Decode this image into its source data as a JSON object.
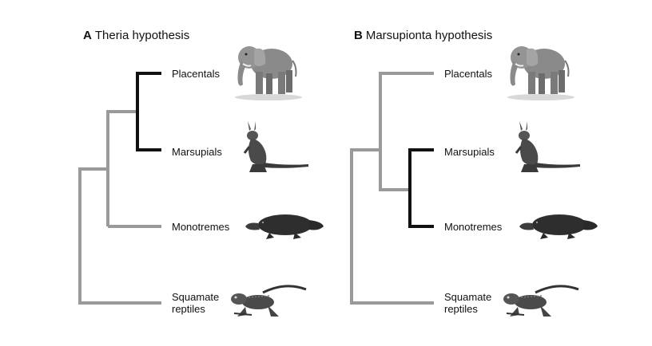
{
  "panels": [
    {
      "letter": "A",
      "title": "Theria hypothesis",
      "leaves": [
        "Placentals",
        "Marsupials",
        "Monotremes",
        "Squamate reptiles"
      ],
      "highlighted_clade": [
        "Placentals",
        "Marsupials"
      ]
    },
    {
      "letter": "B",
      "title": "Marsupionta hypothesis",
      "leaves": [
        "Placentals",
        "Marsupials",
        "Monotremes",
        "Squamate reptiles"
      ],
      "highlighted_clade": [
        "Marsupials",
        "Monotremes"
      ]
    }
  ],
  "leaf_labels": {
    "placentals": "Placentals",
    "marsupials": "Marsupials",
    "monotremes": "Monotremes",
    "squamate_line1": "Squamate",
    "squamate_line2": "reptiles"
  },
  "icons": [
    "elephant-icon",
    "kangaroo-icon",
    "platypus-icon",
    "lizard-icon"
  ],
  "colors": {
    "highlight_branch": "#111111",
    "other_branch": "#9a9a9a",
    "animal": "#3a3a3a"
  }
}
